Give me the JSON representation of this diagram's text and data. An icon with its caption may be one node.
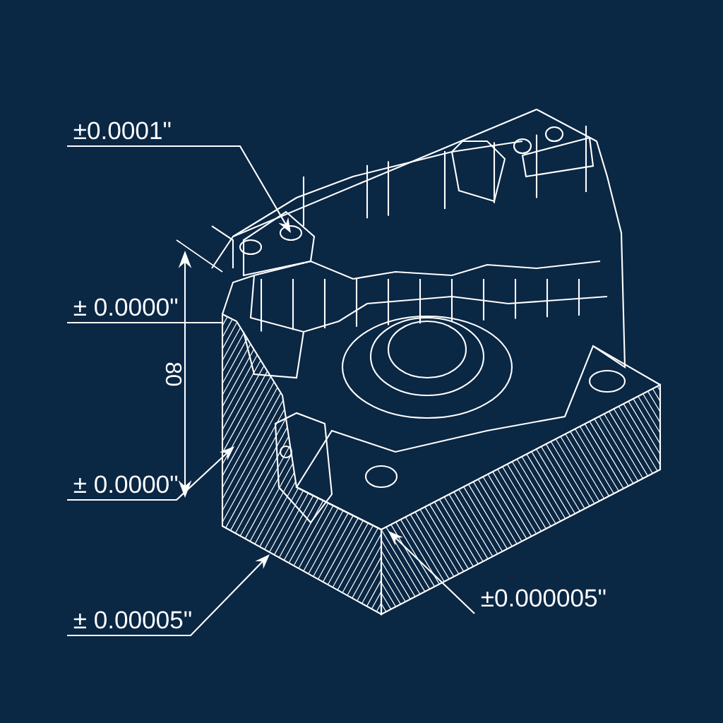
{
  "diagram": {
    "nodes": [
      {
        "text": [
          "±0.0001\""
        ]
      },
      {
        "text": [
          "± 0.0000\""
        ]
      },
      {
        "text": [
          "± 0.0000\""
        ]
      },
      {
        "text": [
          "± 0.00005\""
        ]
      },
      {
        "text": [
          "±0.000005\""
        ]
      }
    ],
    "edges": [
      {
        "from": 0,
        "to": null,
        "arrow": "to"
      },
      {
        "from": 1,
        "to": null,
        "arrow": "none"
      },
      {
        "from": 2,
        "to": null,
        "arrow": "to"
      },
      {
        "from": 3,
        "to": null,
        "arrow": "to"
      },
      {
        "from": 4,
        "to": null,
        "arrow": "to"
      }
    ],
    "labels": [
      "80"
    ]
  }
}
